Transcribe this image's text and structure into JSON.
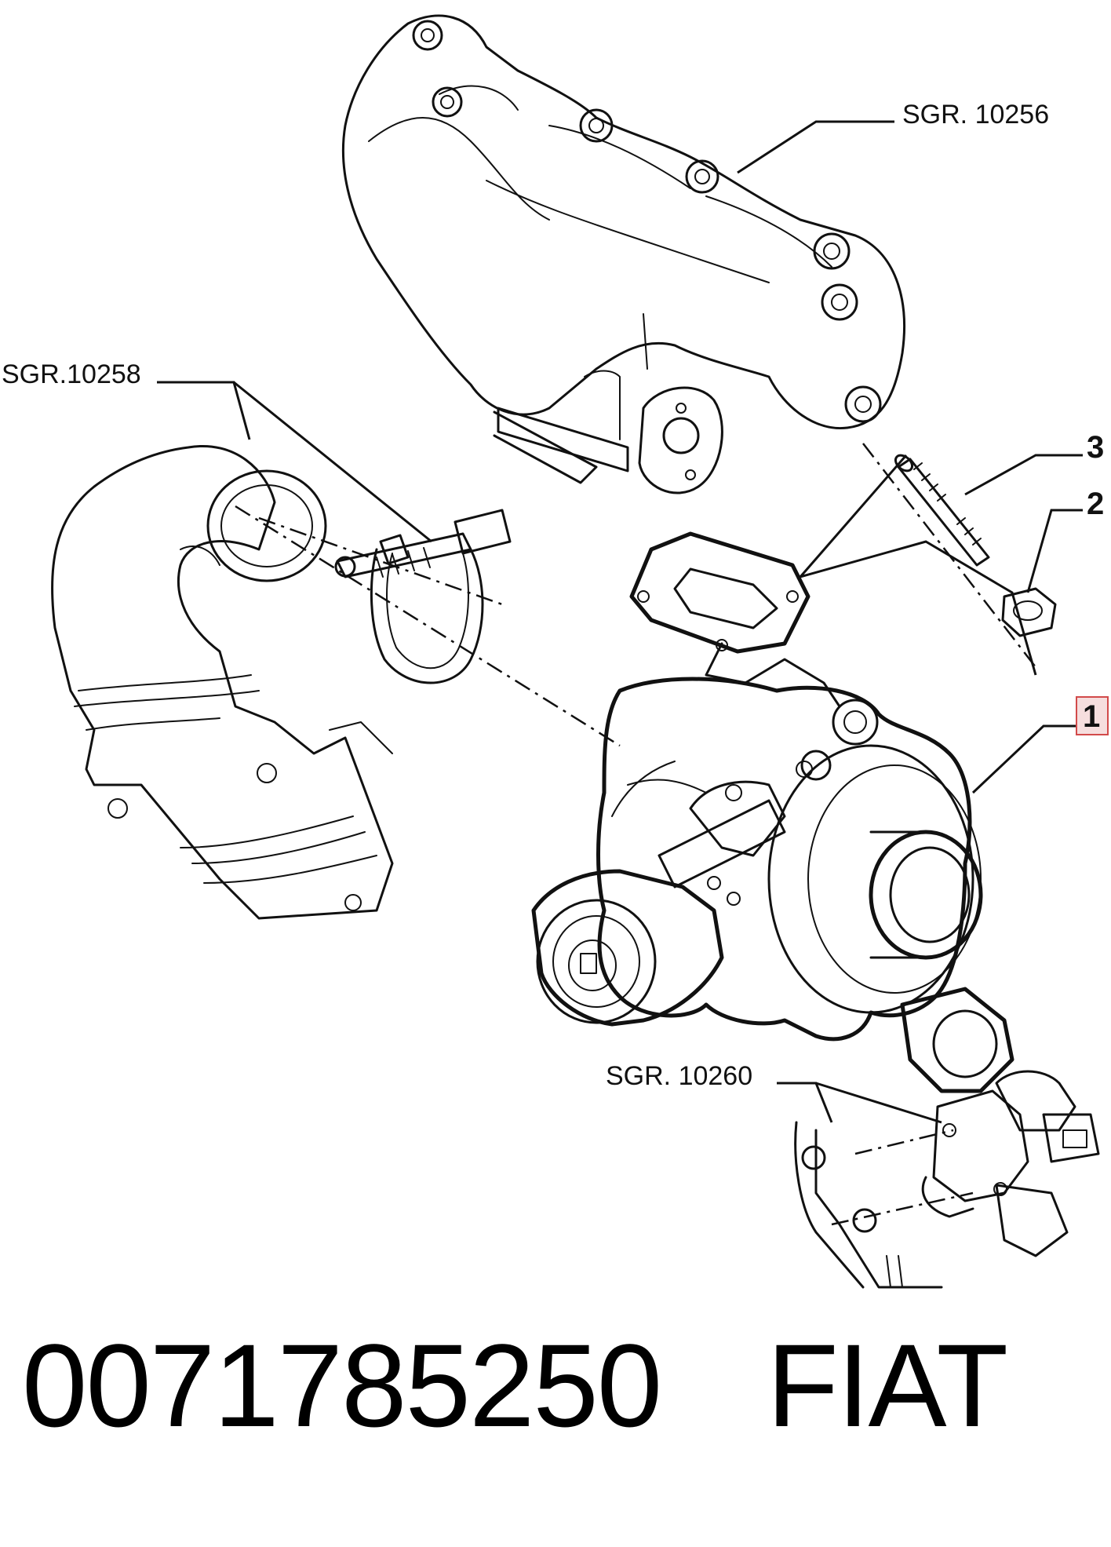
{
  "labels": {
    "sgr_10256": "SGR. 10256",
    "sgr_10258": "SGR.10258",
    "sgr_10260": "SGR. 10260",
    "ref_1": "1",
    "ref_2": "2",
    "ref_3": "3"
  },
  "footer": {
    "part_number": "0071785250",
    "brand": "FIAT"
  },
  "colors": {
    "line": "#111111",
    "callout_border": "#d24a4a",
    "callout_fill": "#f6dede"
  }
}
